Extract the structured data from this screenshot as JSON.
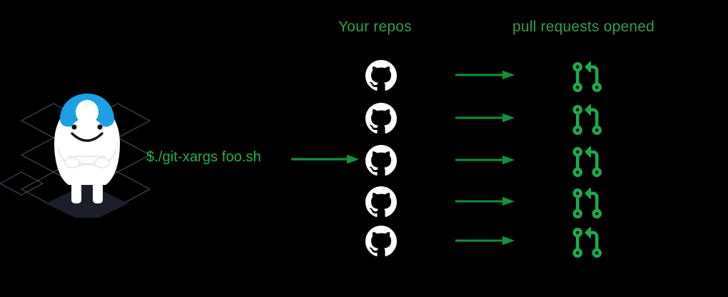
{
  "meta": {
    "background_color": "#000000"
  },
  "headings": {
    "repos": "Your repos",
    "pull_requests": "pull requests opened",
    "color": "#2e9e4f"
  },
  "command": {
    "text": "$./git-xargs foo.sh",
    "color": "#21b24b"
  },
  "mascot": {
    "name": "gruntwork-mascot",
    "body_color": "#ffffff",
    "helmet_color": "#1d9fe6",
    "lamp_color": "#ffffff",
    "platform_color": "#1c1f2b",
    "grid_color": "#4a4f58"
  },
  "arrows": {
    "color": "#12903e",
    "count": 5
  },
  "rows": [
    {
      "repo_icon": "github-octocat-icon",
      "arrow": "right-arrow-icon",
      "pr_icon": "git-pull-request-icon"
    },
    {
      "repo_icon": "github-octocat-icon",
      "arrow": "right-arrow-icon",
      "pr_icon": "git-pull-request-icon"
    },
    {
      "repo_icon": "github-octocat-icon",
      "arrow": "right-arrow-icon",
      "pr_icon": "git-pull-request-icon"
    },
    {
      "repo_icon": "github-octocat-icon",
      "arrow": "right-arrow-icon",
      "pr_icon": "git-pull-request-icon"
    },
    {
      "repo_icon": "github-octocat-icon",
      "arrow": "right-arrow-icon",
      "pr_icon": "git-pull-request-icon"
    }
  ],
  "row_tops": [
    82,
    142,
    201,
    259,
    314
  ],
  "colors": {
    "repo_icon": "#ffffff",
    "pr_icon": "#1fa84f",
    "arrow": "#12903e",
    "heading_green": "#2e9e4f",
    "command_green": "#21b24b",
    "helmet_blue": "#1d9fe6"
  }
}
